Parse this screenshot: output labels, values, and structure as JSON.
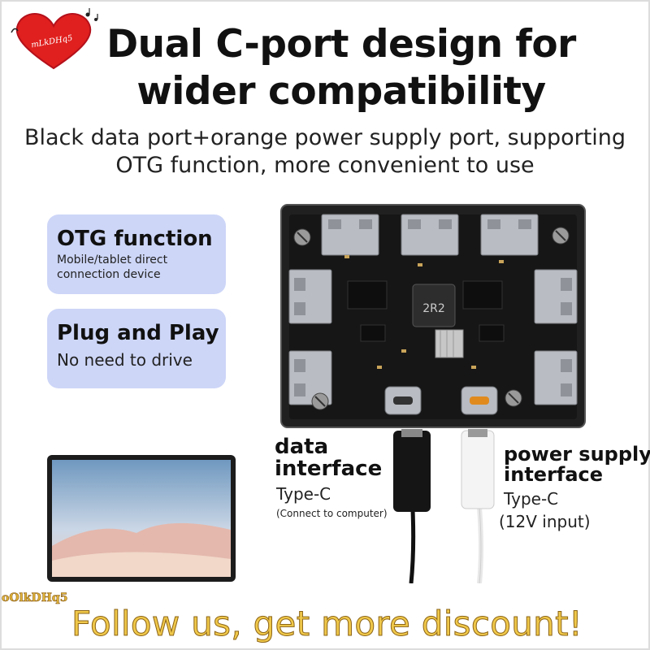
{
  "logo": {
    "text": "mLkDHq5",
    "icon": "heart-icon",
    "color": "#e0201e"
  },
  "header": {
    "title_line1": "Dual C-port design for",
    "title_line2": "wider compatibility",
    "subtitle_line1": "Black data port+orange power supply port, supporting",
    "subtitle_line2": "OTG function, more convenient to use"
  },
  "features": [
    {
      "title": "OTG function",
      "desc_line1": "Mobile/tablet direct",
      "desc_line2": "connection device"
    },
    {
      "title": "Plug and Play",
      "desc": "No need to drive"
    }
  ],
  "board": {
    "inductor_label": "2R2"
  },
  "ports": {
    "data": {
      "title_line1": "data",
      "title_line2": "interface",
      "type": "Type-C",
      "note": "(Connect to computer)",
      "cable_color": "#151515"
    },
    "power": {
      "title_line1": "power supply",
      "title_line2": "interface",
      "type": "Type-C",
      "note": "(12V input)",
      "cable_color": "#f4f4f4"
    }
  },
  "footer": {
    "watermark": "oOlkDHq5",
    "promo": "Follow us, get more discount!",
    "promo_color": "#f0c84a"
  },
  "colors": {
    "card_bg": "#cdd6f7",
    "usb_port": "#b9bcc2",
    "pcb": "#1b1b1b"
  }
}
